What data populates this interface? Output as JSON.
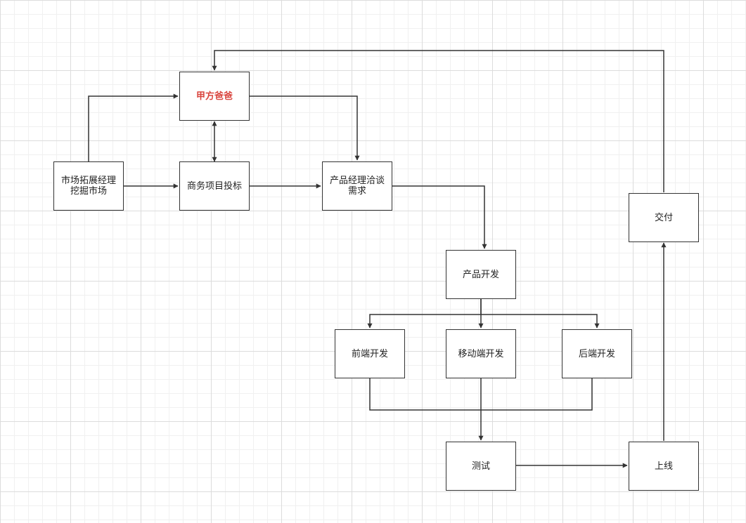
{
  "diagram": {
    "nodes": {
      "client": "甲方爸爸",
      "market": "市场拓展经理\n挖掘市场",
      "bid": "商务项目投标",
      "pm": "产品经理洽谈\n需求",
      "dev": "产品开发",
      "frontend": "前端开发",
      "mobile": "移动端开发",
      "backend": "后端开发",
      "test": "测试",
      "launch": "上线",
      "deliver": "交付"
    },
    "colors": {
      "highlight_text": "#d9463f",
      "line": "#333333",
      "border": "#333333"
    }
  }
}
